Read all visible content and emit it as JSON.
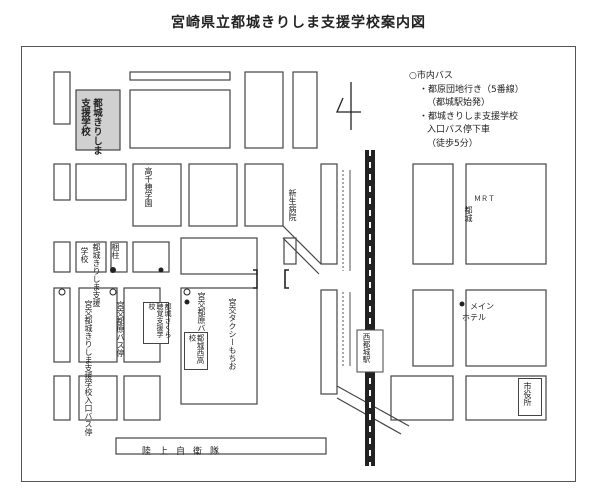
{
  "title": "宮崎県立都城きりしま支援学校案内図",
  "bus": {
    "header": "○市内バス",
    "line1": "・都原団地行き（5番線）",
    "line2": "（都城駅始発）",
    "line3": "・都城きりしま支援学校",
    "line4": "入口バス停下車",
    "line5": "（徒歩5分）"
  },
  "places": {
    "school_main": "都城きりしま",
    "school_main2": "支援学校",
    "school_small": "都城きりしま支援",
    "school_small2": "学校",
    "ritchu": "梱柱",
    "koyosai": "高千穂学園",
    "shinsei": "新生病院",
    "miyakou_bus": "宮交都城きりしま支援学校入口バス停",
    "miyakou_tohara": "宮交都原バス停",
    "miyakou_tohara2": "宮交都原バス停",
    "sakuragaoka": "都城さくら聴覚支援学校",
    "taxi": "宮交タクシーもちお",
    "nishi_koukou": "都城西高校",
    "nishi_station": "西都城駅",
    "mrt": "ＭＲＴ",
    "mrt2": "都城",
    "main_hotel": "メイン",
    "main_hotel2": "ホテル",
    "city_hall": "市役所",
    "jsdf": "陸上自衛隊"
  },
  "colors": {
    "block": "#ffffff",
    "highlight": "#d0d0d0",
    "line": "#444444",
    "rail": "#222222"
  }
}
